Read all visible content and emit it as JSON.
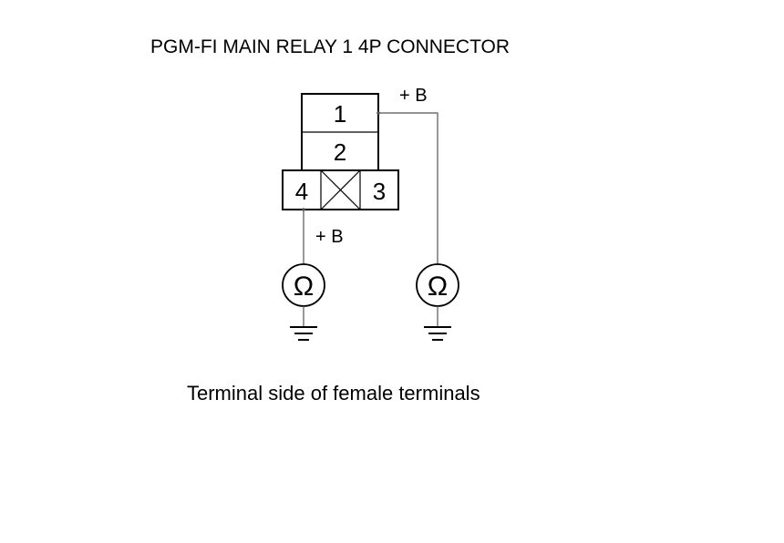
{
  "diagram": {
    "title": "PGM-FI MAIN RELAY 1 4P CONNECTOR",
    "caption": "Terminal side of female terminals",
    "connector": {
      "pins": {
        "pin1": "1",
        "pin2": "2",
        "pin3": "3",
        "pin4": "4"
      }
    },
    "supply_labels": {
      "pin1": "+ B",
      "pin4": "+ B"
    },
    "meters": {
      "left_symbol": "Ω",
      "right_symbol": "Ω"
    },
    "colors": {
      "line": "#000000",
      "lead": "#555555",
      "background": "#ffffff"
    }
  }
}
